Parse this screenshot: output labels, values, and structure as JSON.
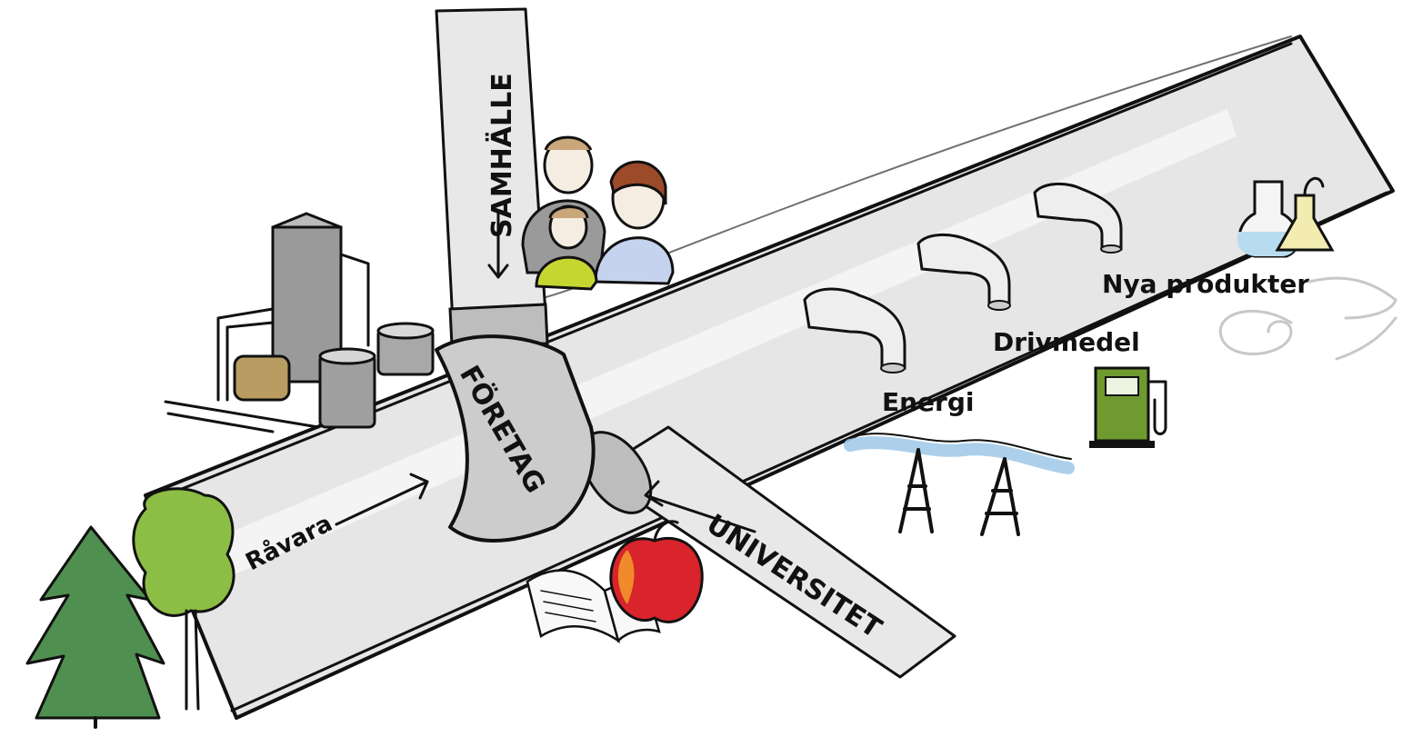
{
  "labels": {
    "samhalle": "SAMHÄLLE",
    "foretag": "FÖRETAG",
    "universitet": "UNIVERSITET",
    "ravara": "Råvara",
    "energi": "Energi",
    "drivmedel": "Drivmedel",
    "nya_produkter": "Nya produkter"
  },
  "colors": {
    "pipe_light": "#e6e6e6",
    "pipe_mid": "#cfcfcf",
    "collar": "#b9b9b9",
    "ink": "#111111",
    "tree_dark": "#4f8f4f",
    "tree_light": "#8cbd45",
    "apple_red": "#d8242a",
    "apple_orange": "#f08a2a",
    "fuel_green": "#6f9a2f",
    "cable_blue": "#9ec8e8",
    "shirt_yellow": "#c6d630",
    "shirt_blue": "#c6d3ee",
    "hair_brown": "#9b4a2a",
    "flask_yellow": "#f3ecb0",
    "flask_blue": "#b8dcef"
  },
  "icons": [
    "spruce-tree-icon",
    "deciduous-tree-icon",
    "factory-icon",
    "family-icon",
    "open-book-icon",
    "apple-icon",
    "power-pylon-icon",
    "fuel-pump-icon",
    "lab-flask-icon",
    "paper-scroll-icon",
    "outlet-tap-icon"
  ]
}
